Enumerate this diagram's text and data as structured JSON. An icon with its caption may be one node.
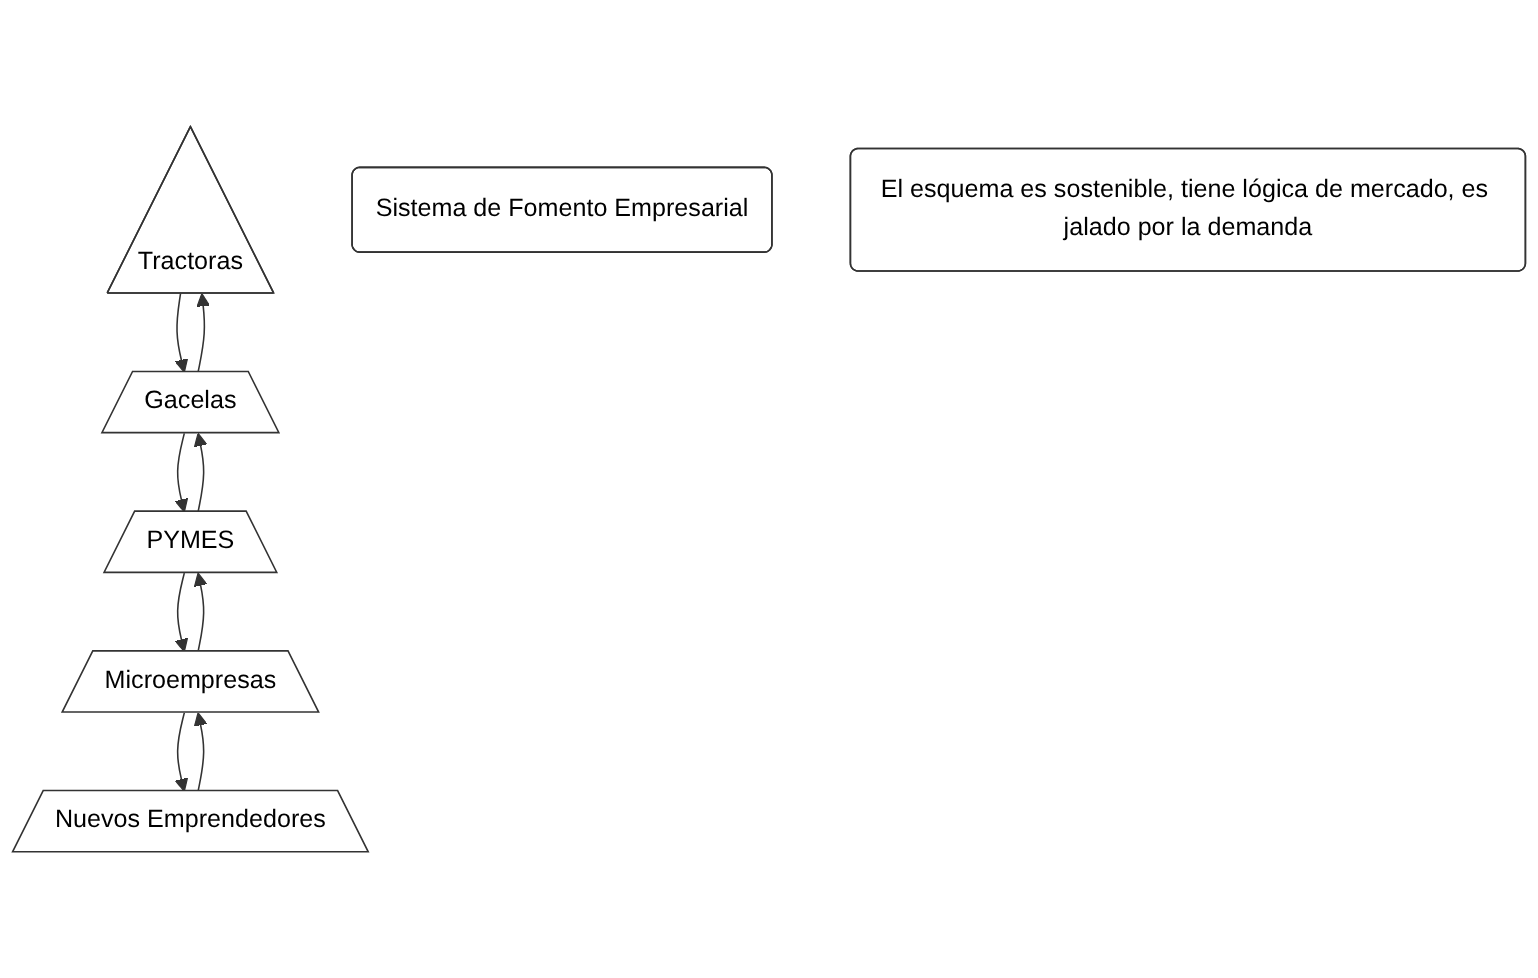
{
  "diagram": {
    "nodes": [
      {
        "text": [
          "Tractoras"
        ]
      },
      {
        "text": [
          "Sistema de Fomento Empresarial"
        ]
      },
      {
        "text": [
          "Gacelas"
        ]
      },
      {
        "text": [
          "PYMES"
        ]
      },
      {
        "text": [
          "Microempresas"
        ]
      },
      {
        "text": [
          "Nuevos Emprendedores"
        ]
      },
      {
        "text": [
          "El esquema es sostenible, tiene lógica de mercado, es jalado por la demanda"
        ]
      }
    ],
    "edges": [
      {
        "from": 0,
        "to": 2,
        "arrow": "to"
      },
      {
        "from": 2,
        "to": 0,
        "arrow": "to"
      },
      {
        "from": 2,
        "to": 3,
        "arrow": "to"
      },
      {
        "from": 3,
        "to": 2,
        "arrow": "to"
      },
      {
        "from": 3,
        "to": 4,
        "arrow": "to"
      },
      {
        "from": 4,
        "to": 3,
        "arrow": "to"
      },
      {
        "from": 4,
        "to": 5,
        "arrow": "to"
      },
      {
        "from": 5,
        "to": 4,
        "arrow": "to"
      }
    ]
  }
}
